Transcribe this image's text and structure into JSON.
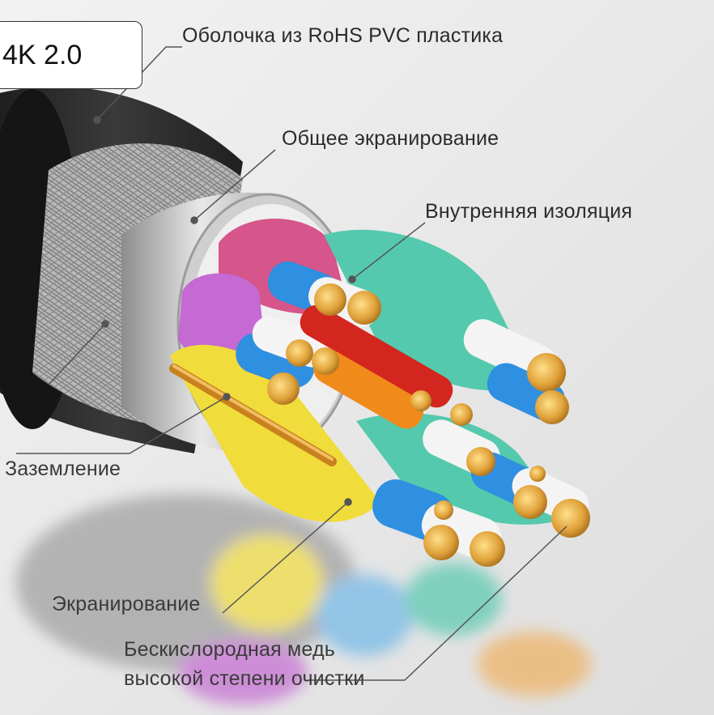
{
  "badge": {
    "text": "4K 2.0"
  },
  "labels": {
    "sheath": "Оболочка из RoHS PVC пластика",
    "overall_shield": "Общее экранирование",
    "inner_insulation": "Внутренняя изоляция",
    "ground": "Заземление",
    "shielding": "Экранирование",
    "copper_line1": "Бескислородная медь",
    "copper_line2": "высокой степени очистки"
  },
  "colors": {
    "background": "#e9e9e9",
    "jacket": "#2a2a2a",
    "shield_foil": "#c9c9c9",
    "pair_pink": "#d6558a",
    "pair_magenta": "#c46ad2",
    "pair_teal": "#54c9ad",
    "pair_yellow": "#f0dc3a",
    "conductor_blue": "#2f8fe0",
    "conductor_white": "#f4f4f4",
    "conductor_red": "#d3261e",
    "conductor_orange": "#f08a1a",
    "copper": "#e0a23a"
  }
}
